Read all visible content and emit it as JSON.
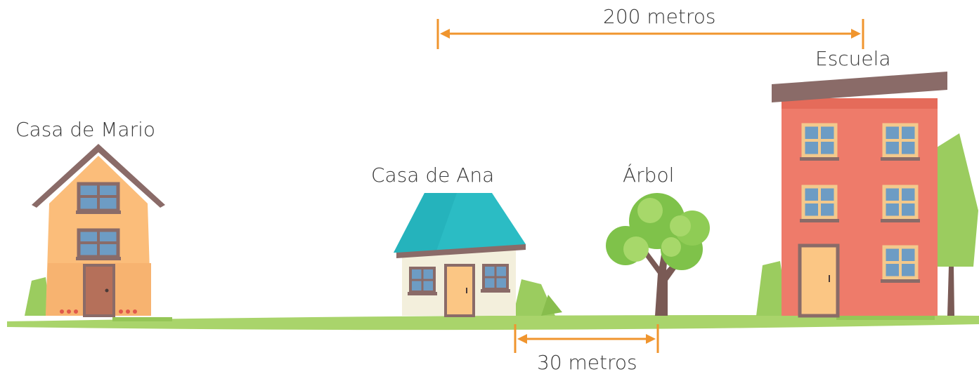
{
  "labels": {
    "mario_house": "Casa de Mario",
    "ana_house": "Casa de Ana",
    "tree": "Árbol",
    "school": "Escuela"
  },
  "measurements": {
    "top": "200 metros",
    "bottom": "30 metros"
  },
  "colors": {
    "measure_arrow": "#f0952e",
    "ground": "#a9d46b",
    "mario_wall": "#fbbd7a",
    "ana_roof": "#2bbcc4",
    "school_wall": "#ee7b6a",
    "tree_foliage": "#7fc24a"
  }
}
